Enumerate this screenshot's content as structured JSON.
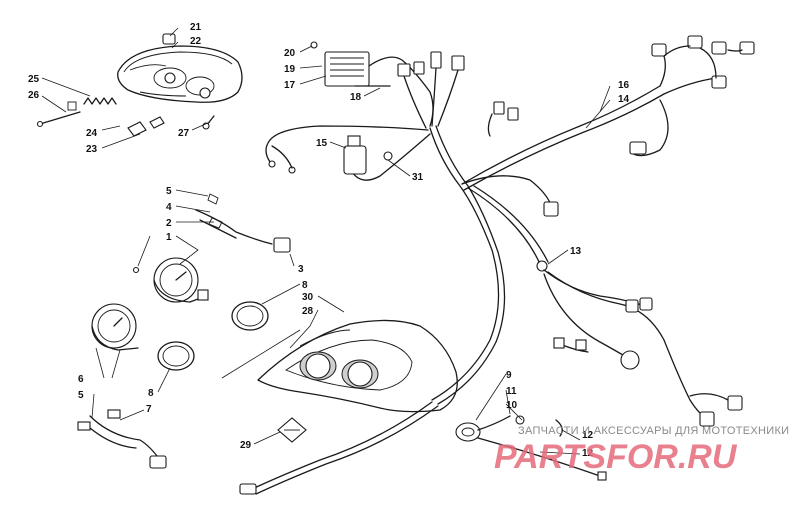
{
  "callouts": {
    "c21": "21",
    "c22": "22",
    "c25": "25",
    "c26": "26",
    "c24": "24",
    "c23": "23",
    "c27": "27",
    "c20": "20",
    "c19": "19",
    "c17": "17",
    "c18": "18",
    "c16": "16",
    "c14": "14",
    "c15": "15",
    "c31": "31",
    "c5a": "5",
    "c4": "4",
    "c2": "2",
    "c1": "1",
    "c3": "3",
    "c13": "13",
    "c8a": "8",
    "c30": "30",
    "c28": "28",
    "c6": "6",
    "c5b": "5",
    "c7": "7",
    "c8b": "8",
    "c29": "29",
    "c9": "9",
    "c11": "11",
    "c10": "10",
    "c12a": "12",
    "c12b": "12"
  },
  "watermark": {
    "caption": "ЗАПЧАСТИ И АКСЕССУАРЫ ДЛЯ МОТОТЕХНИКИ",
    "logo": "PARTSFOR.RU"
  },
  "colors": {
    "line": "#1a1a1a",
    "watermark_logo": "#e56b7a",
    "watermark_caption": "#8a8a8a"
  }
}
